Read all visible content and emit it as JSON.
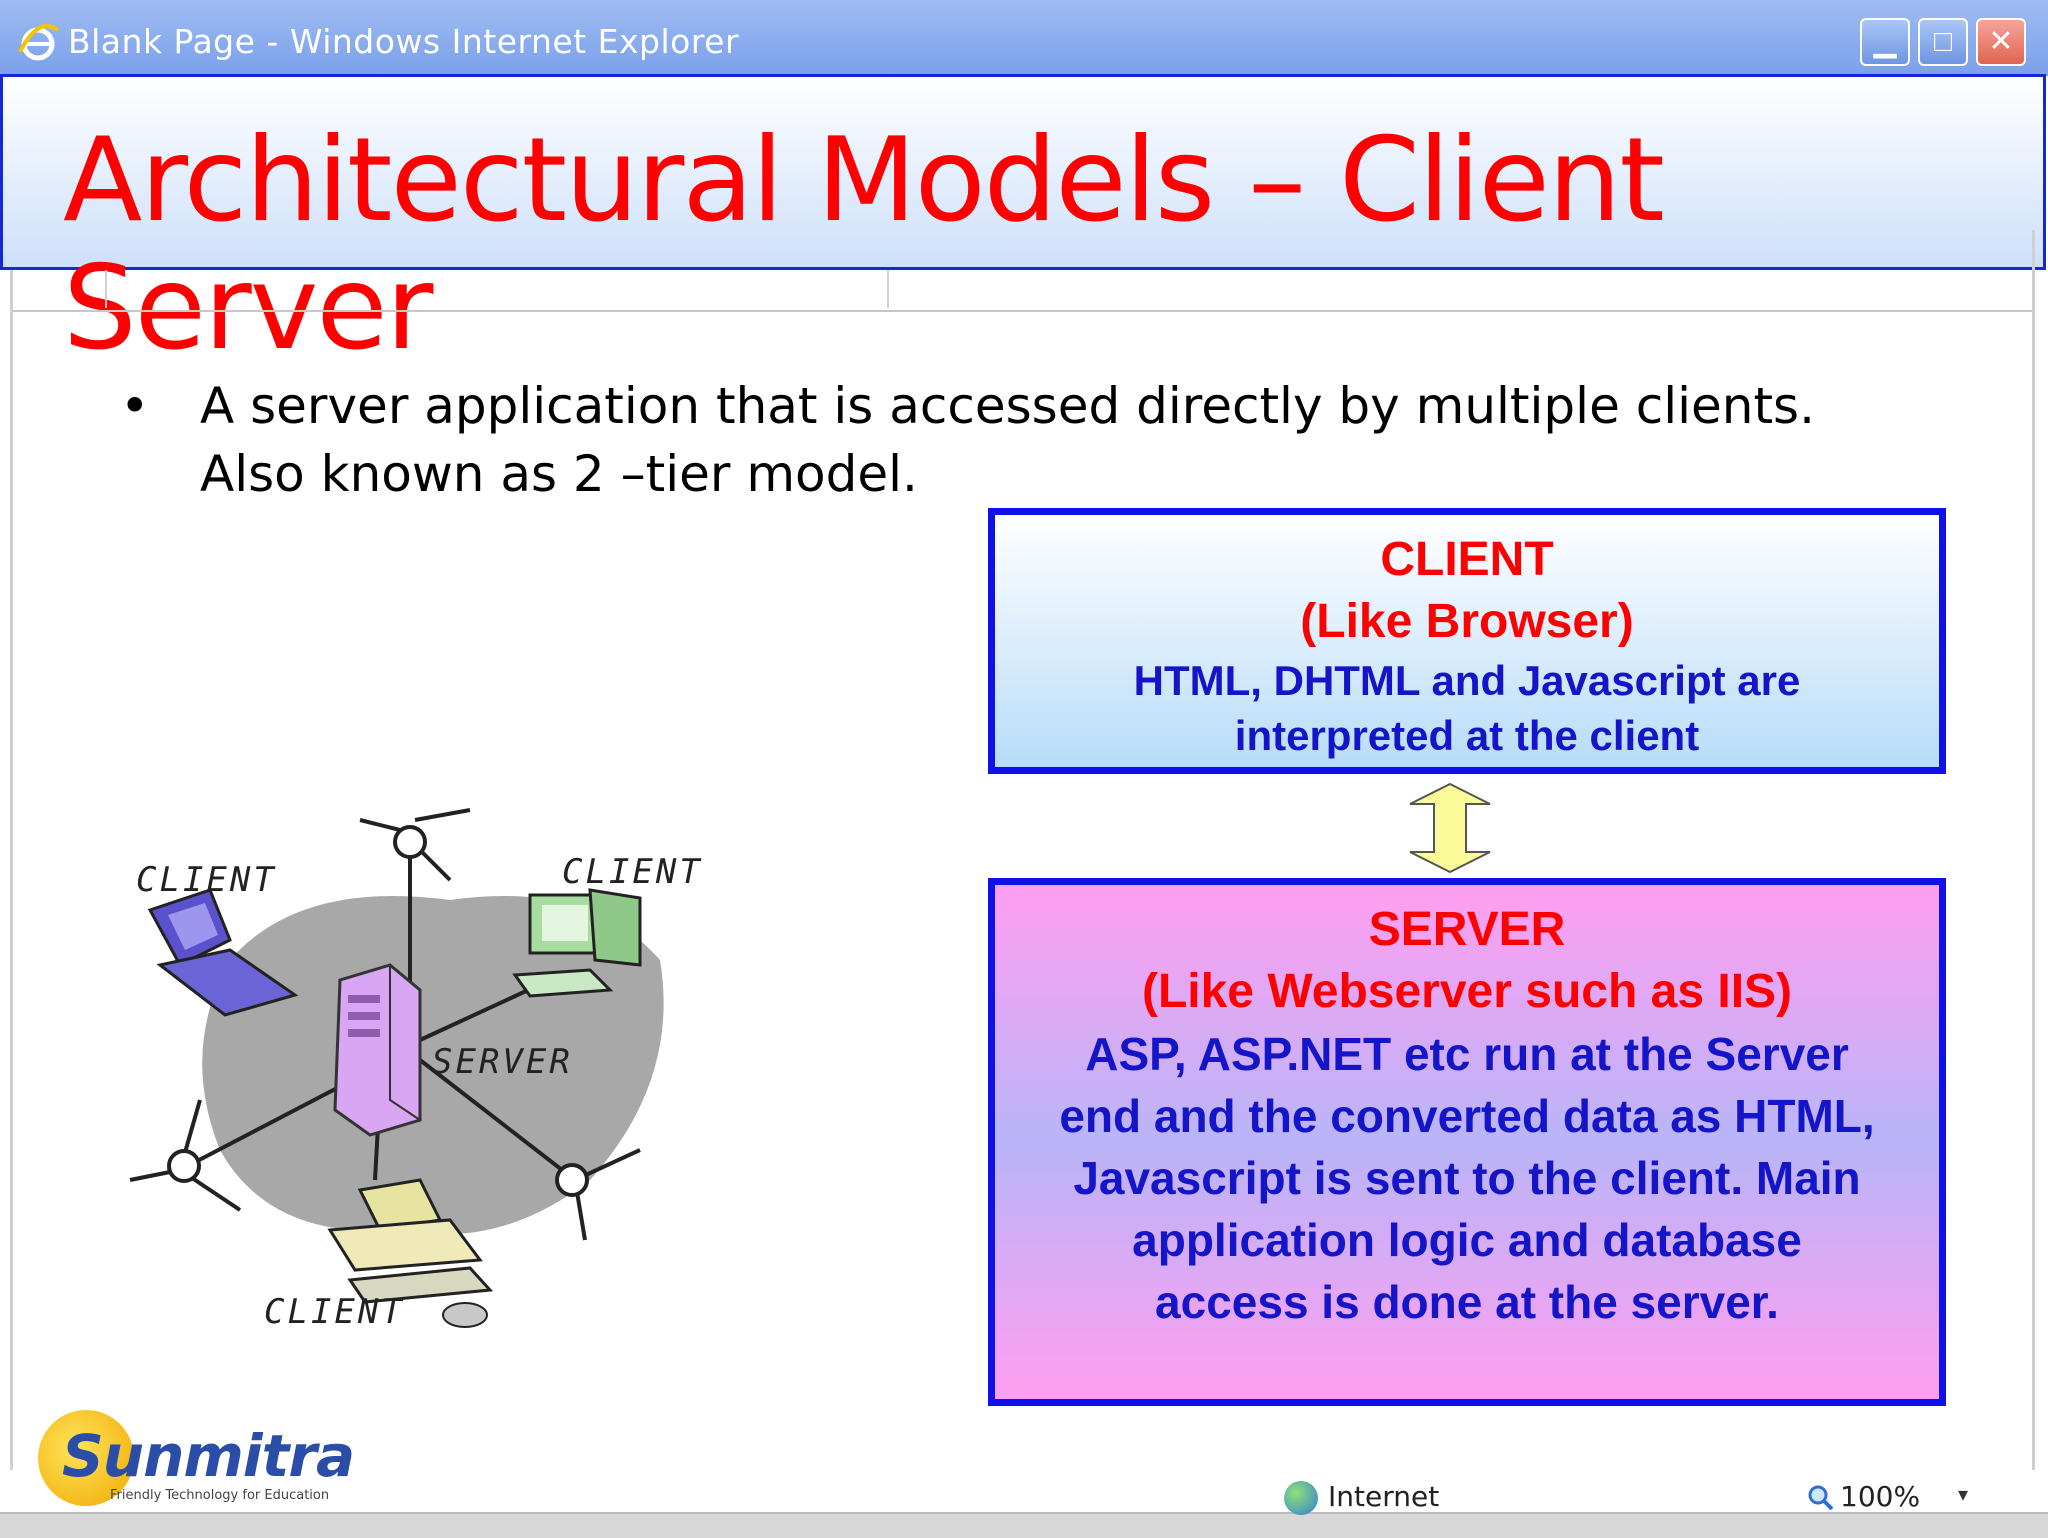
{
  "window": {
    "title": "Blank Page - Windows Internet Explorer",
    "minimize_glyph": "▁",
    "maximize_glyph": "□",
    "close_glyph": "✕"
  },
  "slide": {
    "title": "Architectural Models – Client Server",
    "bullet_marker": "•",
    "bullet_text": "A server application that is accessed directly by multiple clients. Also known as 2 –tier model."
  },
  "client_box": {
    "heading1": "CLIENT",
    "heading2": "(Like Browser)",
    "desc1": "HTML, DHTML and Javascript are",
    "desc2": "interpreted at the client"
  },
  "server_box": {
    "heading1": "SERVER",
    "heading2": "(Like Webserver such as IIS)",
    "desc": [
      "ASP, ASP.NET etc run at the Server",
      "end and the converted data as HTML,",
      "Javascript is sent to the client. Main",
      "application logic and database",
      "access is done at the server."
    ]
  },
  "diagram": {
    "labels": {
      "client_left": "CLIENT",
      "client_right": "CLIENT",
      "client_bottom": "CLIENT",
      "server": "SERVER"
    }
  },
  "logo": {
    "name": "Sunmitra",
    "tagline": "Friendly Technology for Education"
  },
  "statusbar": {
    "zone": "Internet",
    "zoom": "100%",
    "caret": "▾"
  },
  "colors": {
    "title_red": "#ff0000",
    "box_border_blue": "#1010e8",
    "desc_blue": "#1414c8"
  },
  "icons": {
    "browser": "ie-icon",
    "arrow": "double-arrow-icon",
    "zone": "globe-icon",
    "zoom": "magnifier-icon"
  }
}
